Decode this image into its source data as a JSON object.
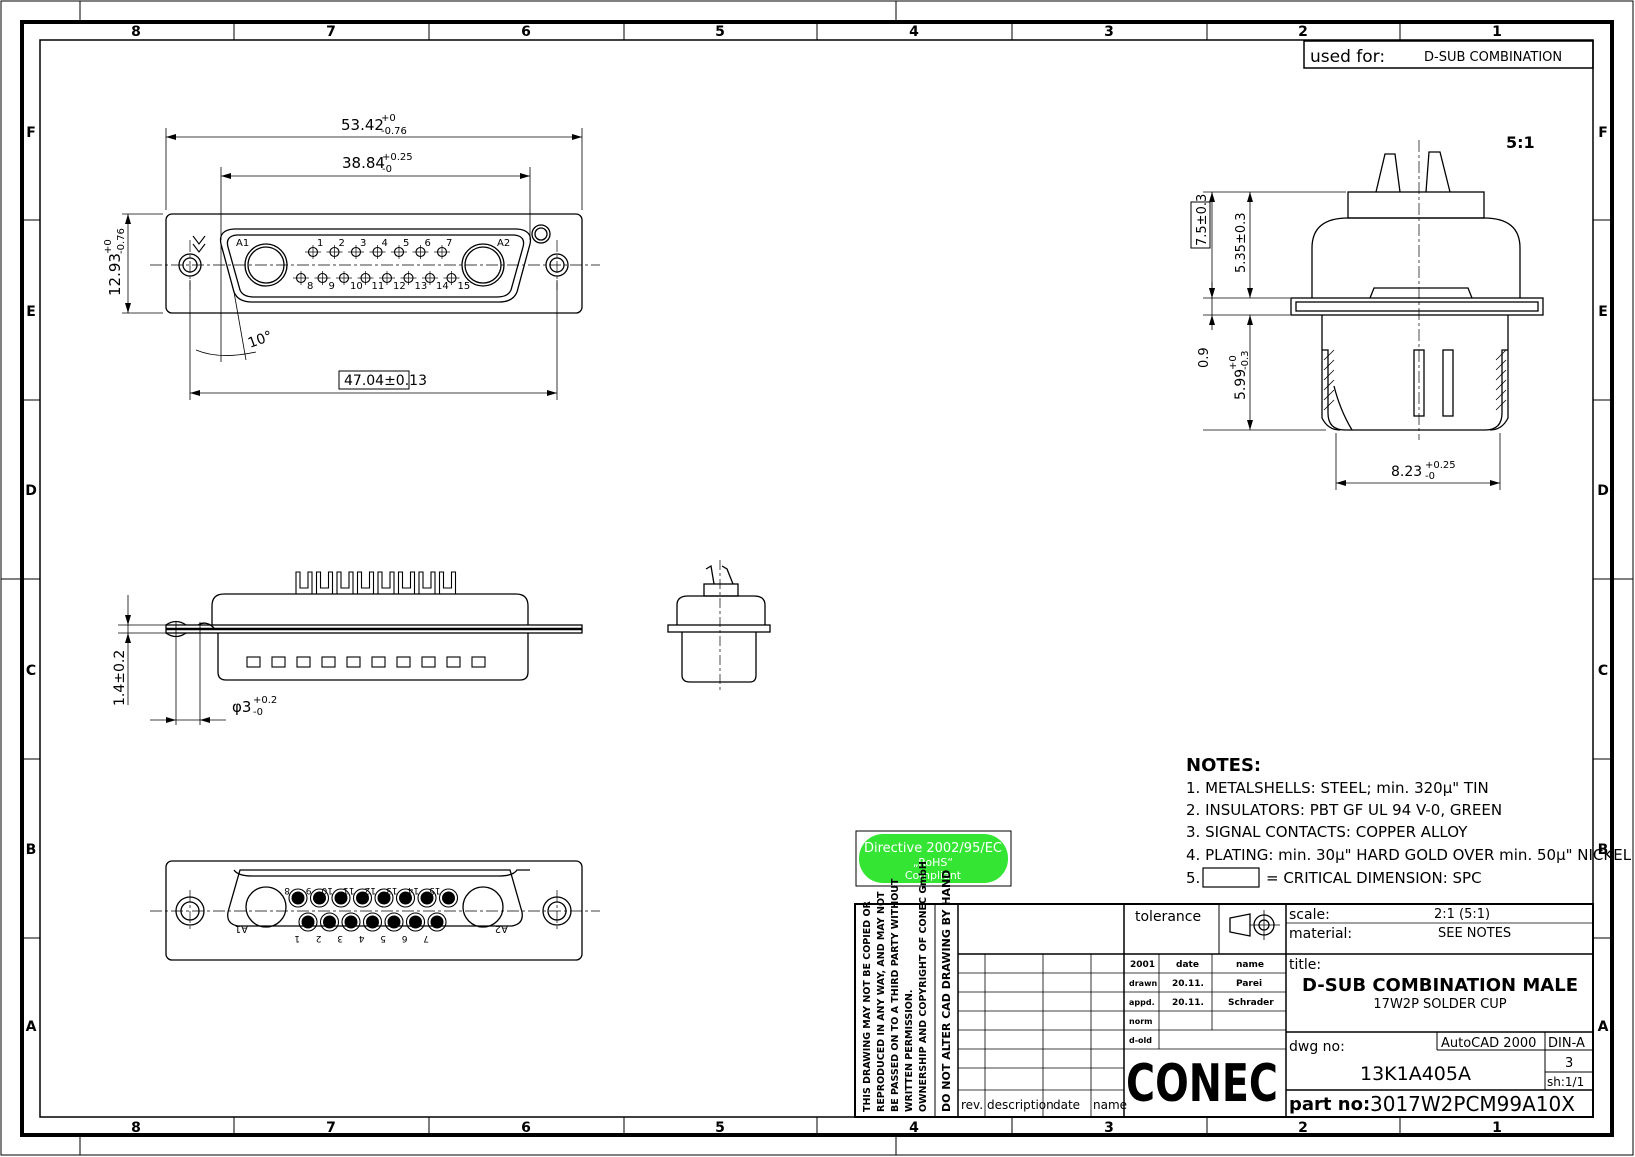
{
  "frame": {
    "columns_top": [
      "8",
      "7",
      "6",
      "5",
      "4",
      "3",
      "2",
      "1"
    ],
    "columns_bottom": [
      "8",
      "7",
      "6",
      "5",
      "4",
      "3",
      "2",
      "1"
    ],
    "rows_left": [
      "F",
      "E",
      "D",
      "C",
      "B",
      "A"
    ],
    "rows_right": [
      "F",
      "E",
      "D",
      "C",
      "B",
      "A"
    ]
  },
  "used_for": {
    "label": "used for:",
    "value": "D-SUB COMBINATION"
  },
  "scale_label": "5:1",
  "front_view": {
    "dim_overall": "53.42",
    "dim_overall_tol": [
      "+0",
      "-0.76"
    ],
    "dim_shell": "38.84",
    "dim_shell_tol": [
      "+0.25",
      "-0"
    ],
    "dim_height": "12.93",
    "dim_height_tol": [
      "+0",
      "-0.76"
    ],
    "dim_holes": "47.04±0.13",
    "dim_angle": "10°",
    "coax_left": "A1",
    "coax_right": "A2",
    "pins_top": [
      "1",
      "2",
      "3",
      "4",
      "5",
      "6",
      "7"
    ],
    "pins_bottom": [
      "8",
      "9",
      "10",
      "11",
      "12",
      "13",
      "14",
      "15"
    ]
  },
  "side_view": {
    "dim_flange": "1.4±0.2",
    "dim_hole_dia": "φ3",
    "dim_hole_tol": [
      "+0.2",
      "-0"
    ]
  },
  "detail_view": {
    "dim_total": "7.5±0.3",
    "dim_upper": "5.35±0.3",
    "dim_flange": "0.9",
    "dim_lower": "5.99",
    "dim_lower_tol": [
      "+0",
      "-0.3"
    ],
    "dim_width": "8.23",
    "dim_width_tol": [
      "+0.25",
      "-0"
    ]
  },
  "rear_view": {
    "coax_left": "A1",
    "coax_right": "A2",
    "pins_top": [
      "8",
      "9",
      "10",
      "11",
      "12",
      "13",
      "14",
      "15"
    ],
    "pins_bottom": [
      "1",
      "2",
      "3",
      "4",
      "5",
      "6",
      "7"
    ]
  },
  "notes": {
    "title": "NOTES:",
    "items": [
      "1. METALSHELLS: STEEL; min. 320µ\" TIN",
      "2. INSULATORS: PBT GF UL 94 V-0, GREEN",
      "3. SIGNAL CONTACTS: COPPER ALLOY",
      "4. PLATING: min. 30µ\" HARD GOLD OVER min. 50µ\" NICKEL"
    ],
    "critical_prefix": "5.",
    "critical_text": "= CRITICAL DIMENSION: SPC"
  },
  "rohs": {
    "line1": "Directive 2002/95/EC",
    "line2": "„RoHS“",
    "line3": "Compliant",
    "color": "#34e534"
  },
  "title_block": {
    "copyright": [
      "THIS DRAWING MAY NOT BE COPIED OR",
      "REPRODUCED IN ANY WAY, AND MAY NOT",
      "BE PASSED ON TO A THIRD PARTY WITHOUT",
      "WRITTEN PERMISSION.",
      "OWNERSHIP AND COPYRIGHT OF CONEC GmbH"
    ],
    "do_not_alter": "DO NOT ALTER CAD DRAWING BY HAND",
    "rev_headers": [
      "rev.",
      "description",
      "date",
      "name"
    ],
    "tolerance_label": "tolerance",
    "approvals_header": [
      "2001",
      "date",
      "name"
    ],
    "approvals": [
      {
        "role": "drawn",
        "date": "20.11.",
        "name": "Parei"
      },
      {
        "role": "appd.",
        "date": "20.11.",
        "name": "Schrader"
      },
      {
        "role": "norm",
        "date": "",
        "name": ""
      },
      {
        "role": "d-old",
        "date": "",
        "name": ""
      }
    ],
    "company": "CONEC",
    "scale_label": "scale:",
    "scale_value": "2:1 (5:1)",
    "material_label": "material:",
    "material_value": "SEE NOTES",
    "title_label": "title:",
    "title_main": "D-SUB COMBINATION MALE",
    "title_sub": "17W2P  SOLDER CUP",
    "dwg_label": "dwg no:",
    "dwg_value": "13K1A405A",
    "cad_label": "AutoCAD 2000",
    "din_label": "DIN-A",
    "din_value": "3",
    "sheet": "sh:1/1",
    "part_label": "part no:",
    "part_value": "3017W2PCM99A10X"
  }
}
